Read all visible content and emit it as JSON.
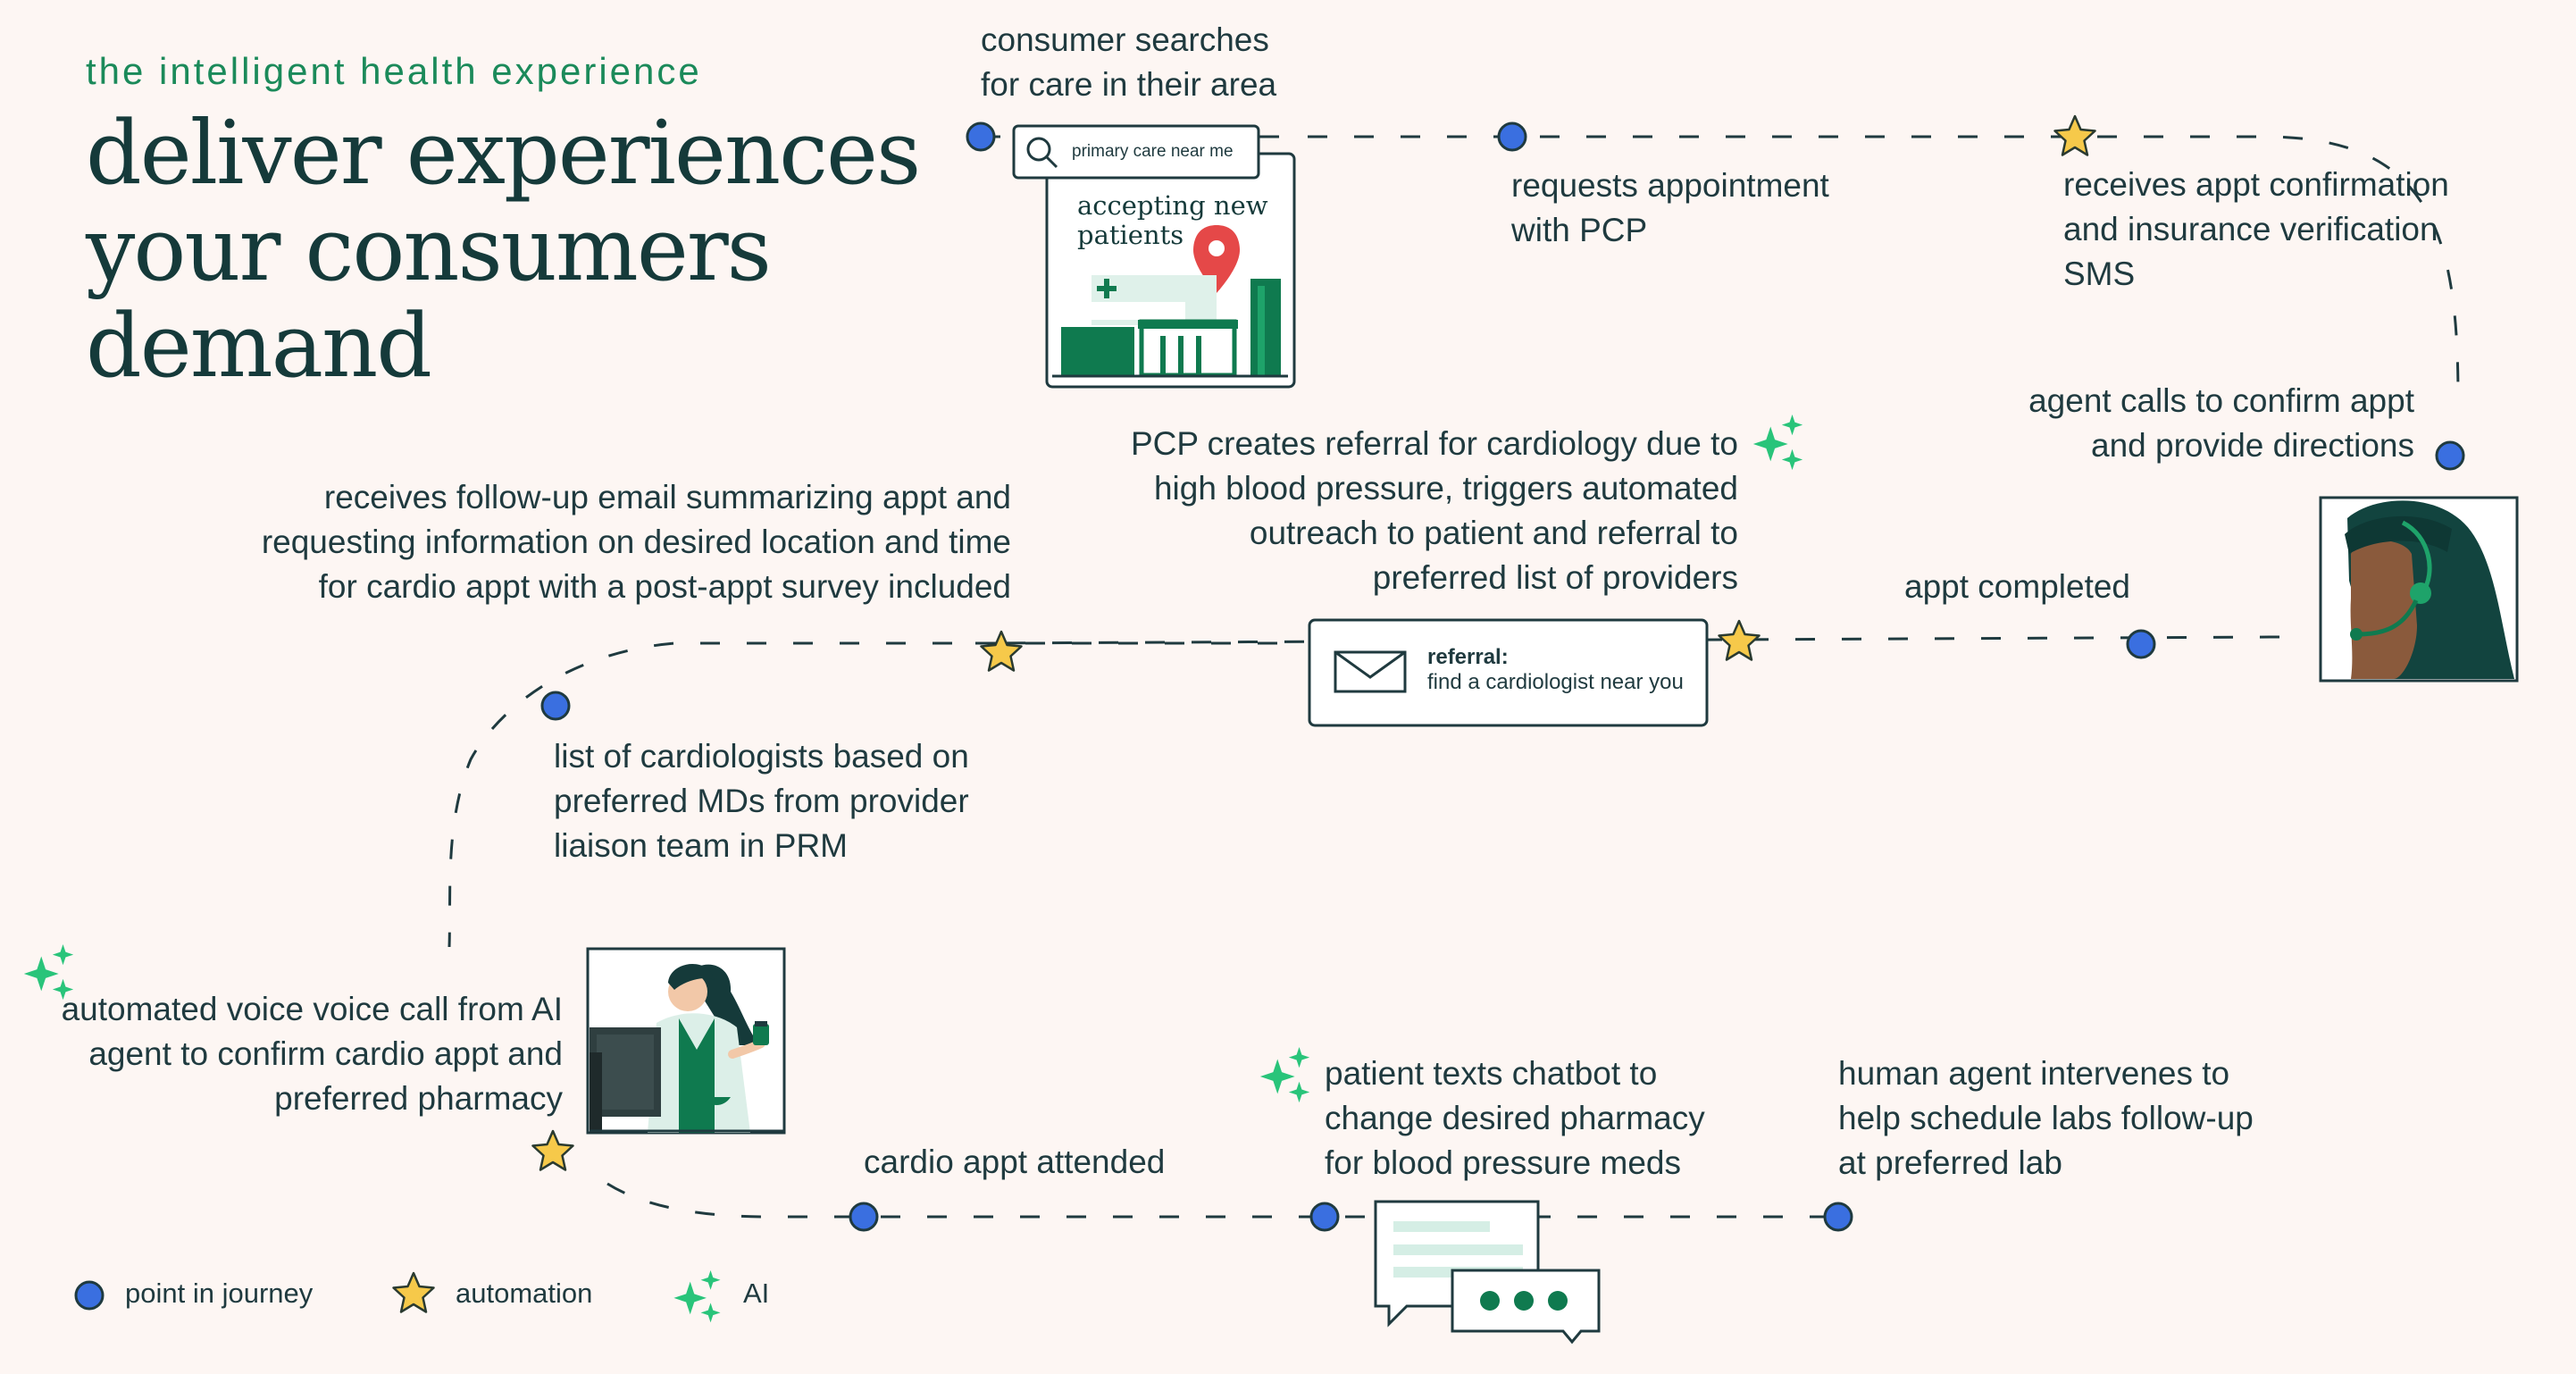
{
  "header": {
    "eyebrow": "the intelligent health experience",
    "headline_lines": [
      "deliver experiences",
      "your consumers",
      "demand"
    ]
  },
  "steps": {
    "s1": [
      "consumer searches",
      "for care in their area"
    ],
    "s2": [
      "requests appointment",
      "with PCP"
    ],
    "s3": [
      "receives appt confirmation",
      "and insurance verification",
      "SMS"
    ],
    "s4": [
      "agent calls to confirm appt",
      "and provide directions"
    ],
    "s5": [
      "appt completed"
    ],
    "s6": [
      "PCP creates referral for cardiology due to",
      "high blood pressure, triggers automated",
      "outreach to patient and referral to",
      "preferred list of providers"
    ],
    "s7": [
      "receives follow-up email summarizing appt and",
      "requesting information on desired location and time",
      "for cardio appt with a post-appt survey included"
    ],
    "s8": [
      "list of cardiologists based on",
      "preferred MDs from provider",
      "liaison team in PRM"
    ],
    "s9": [
      "automated voice voice call from AI",
      "agent to confirm cardio appt and",
      "preferred pharmacy"
    ],
    "s10": [
      "cardio appt attended"
    ],
    "s11": [
      "patient texts chatbot to",
      "change desired pharmacy",
      "for blood pressure meds"
    ],
    "s12": [
      "human agent intervenes to",
      "help schedule labs follow-up",
      "at preferred lab"
    ]
  },
  "search_card": {
    "query": "primary care near me",
    "sign_lines": [
      "accepting new",
      "patients"
    ]
  },
  "referral_card": {
    "title": "referral:",
    "body": "find a cardiologist near you"
  },
  "legend": {
    "point": "point in journey",
    "automation": "automation",
    "ai": "AI"
  },
  "icons": {
    "point": "point-in-journey-dot",
    "automation": "automation-star-icon",
    "ai": "ai-sparkle-icon"
  },
  "colors": {
    "background": "#fdf6f3",
    "headline": "#153a3a",
    "eyebrow": "#1b8a5a",
    "point": "#3a6fe0",
    "star": "#f6c94a",
    "ai": "#29c47a",
    "brand_green": "#0f7a4f"
  }
}
